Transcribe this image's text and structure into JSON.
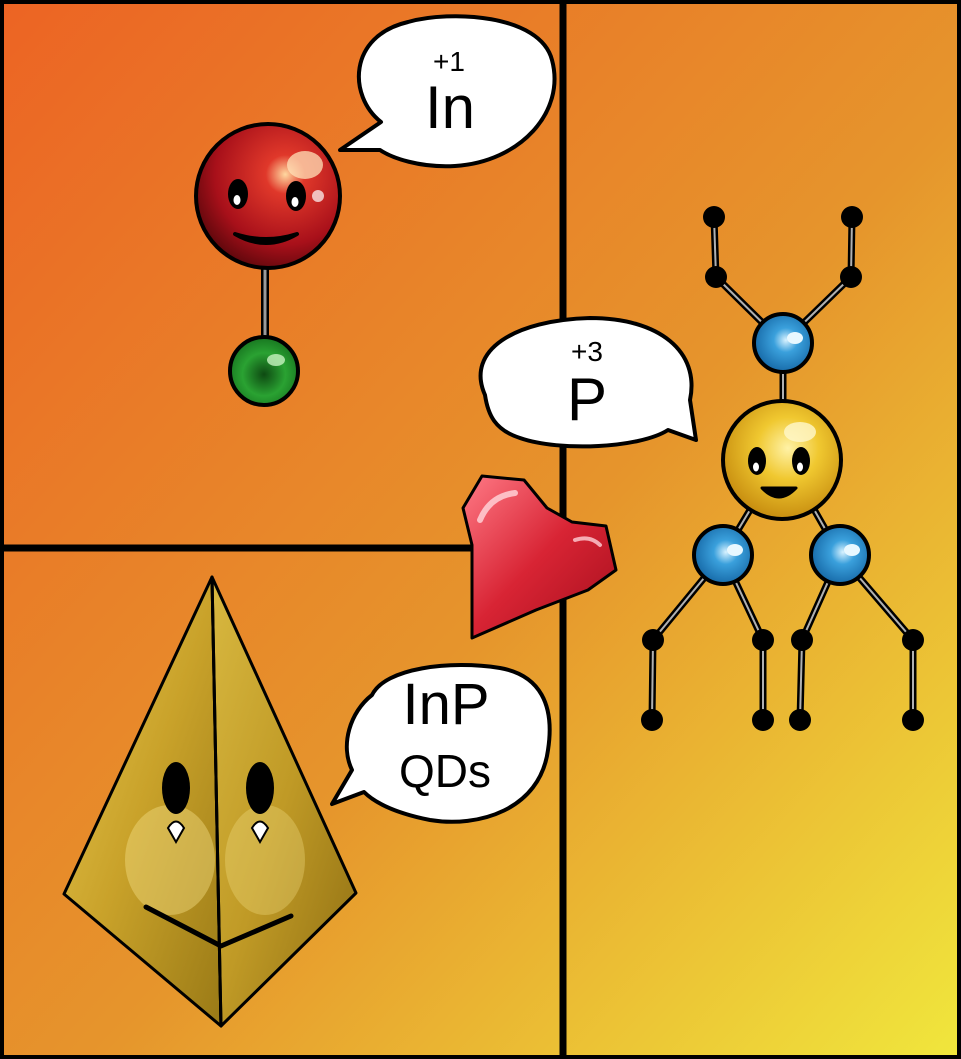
{
  "bubbles": {
    "indium": {
      "charge": "+1",
      "symbol": "In"
    },
    "phosphorus": {
      "charge": "+3",
      "symbol": "P"
    },
    "quantum_dot": {
      "line1": "InP",
      "line2": "QDs"
    }
  },
  "colors": {
    "bg_top_left": "#ec6424",
    "bg_bottom_right": "#f0e63c",
    "indium_atom": "#b0141a",
    "halide_atom": "#22a02a",
    "phosphorus_atom": "#e8c22a",
    "ligand_atom": "#2a8cc8",
    "heart": "#dc2830",
    "pyramid": "#c9a62a"
  },
  "icons": {
    "indium_character": "red-sphere-face-icon",
    "halide_atom": "green-sphere-icon",
    "phosphorus_character": "gold-sphere-face-icon",
    "heart": "heart-icon",
    "quantum_dot_character": "pyramid-face-icon"
  }
}
